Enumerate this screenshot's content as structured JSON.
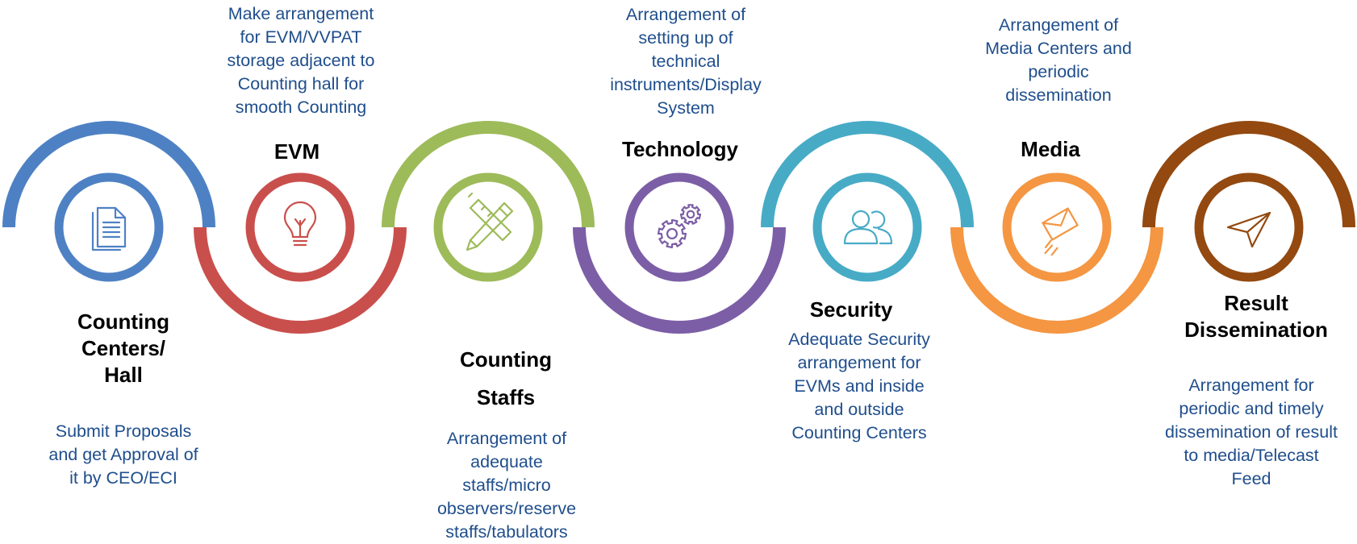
{
  "steps": [
    {
      "key": "counting-centers",
      "title": [
        "Counting",
        "Centers/",
        "Hall"
      ],
      "description": [
        "Submit Proposals",
        "and get Approval of",
        "it by CEO/ECI"
      ],
      "color": "#4e81c4",
      "icon": "document-icon"
    },
    {
      "key": "evm",
      "title": [
        "EVM"
      ],
      "description": [
        "Make arrangement",
        "for EVM/VVPAT",
        "storage adjacent to",
        "Counting hall for",
        "smooth Counting"
      ],
      "color": "#c94f4c",
      "icon": "lightbulb-icon"
    },
    {
      "key": "counting-staffs",
      "title": [
        "Counting",
        "Staffs"
      ],
      "description": [
        "Arrangement of",
        "adequate",
        "staffs/micro",
        "observers/reserve",
        "staffs/tabulators"
      ],
      "color": "#9dbb59",
      "icon": "pencil-ruler-icon"
    },
    {
      "key": "technology",
      "title": [
        "Technology"
      ],
      "description": [
        "Arrangement of",
        "setting up of",
        "technical",
        "instruments/Display",
        "System"
      ],
      "color": "#7c5ea6",
      "icon": "gears-icon"
    },
    {
      "key": "security",
      "title": [
        "Security"
      ],
      "description": [
        "Adequate Security",
        "arrangement for",
        "EVMs and inside",
        "and outside",
        "Counting Centers"
      ],
      "color": "#47abc6",
      "icon": "users-icon"
    },
    {
      "key": "media",
      "title": [
        "Media"
      ],
      "description": [
        "Arrangement of",
        "Media Centers and",
        "periodic",
        "dissemination"
      ],
      "color": "#f49642",
      "icon": "envelope-icon"
    },
    {
      "key": "result-dissemination",
      "title": [
        "Result",
        "Dissemination"
      ],
      "description": [
        "Arrangement for",
        "periodic and timely",
        "dissemination of result",
        "to media/Telecast",
        "Feed"
      ],
      "color": "#93490f",
      "icon": "paper-plane-icon"
    }
  ]
}
